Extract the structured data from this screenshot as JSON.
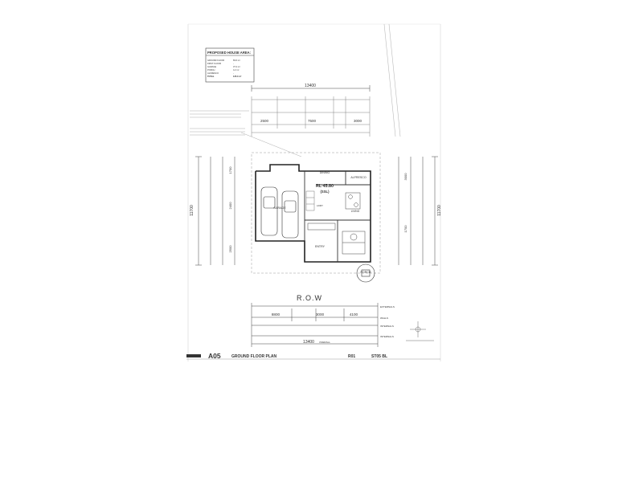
{
  "area_table": {
    "title": "PROPOSED HOUSE AREA:",
    "rows": [
      {
        "label": "GROUND FLOOR",
        "value": "83.6 m²"
      },
      {
        "label": "FIRST FLOOR",
        "value": "-"
      },
      {
        "label": "GARAGE",
        "value": "37.2 m²"
      },
      {
        "label": "PORCH",
        "value": "4.2 m²"
      },
      {
        "label": "ALFRESCO",
        "value": "-"
      },
      {
        "label": "TOTAL",
        "value": "125.0 m²"
      }
    ]
  },
  "dimensions": {
    "overall_top": "13400",
    "top_string": [
      "2500",
      "7500",
      "3000"
    ],
    "left_overall": "11700",
    "right_overall": "11700",
    "left_parts": [
      "1700",
      "2400",
      "2500"
    ],
    "right_parts": [
      "3000",
      "1700"
    ],
    "bottom_string": [
      "8800",
      "3000",
      "4100"
    ],
    "overall_bottom": "13400",
    "overall_bottom_label": "OVERALL"
  },
  "rooms": {
    "dining": "DINING",
    "alfresco": "ALFRESCO",
    "garage": "GARAGE",
    "laundry": "LDRY",
    "porch": "PORCH",
    "entry": "ENTRY",
    "living": "LIVING"
  },
  "level_marker": {
    "value": "RL 45.80",
    "sub": "(SSL)"
  },
  "row_label": "R.O.W",
  "dim_tags": [
    "EXTERNALS",
    "WALLS",
    "INTERNALS",
    "INTERNALS"
  ],
  "title_block": {
    "sheet_no": "A05",
    "sheet_title": "GROUND FLOOR PLAN",
    "revision": "R01",
    "scale_label": "ST05 BL"
  }
}
